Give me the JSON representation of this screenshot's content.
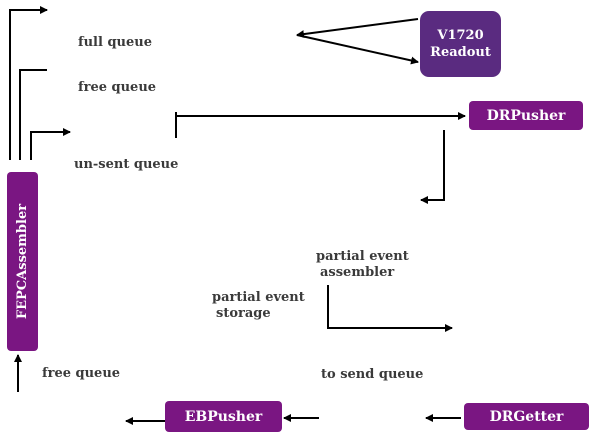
{
  "queues": {
    "full_queue": "full queue",
    "free_queue_top": "free queue",
    "unsent_queue": "un-sent queue",
    "partial_event_assembler_line1": "partial event",
    "partial_event_assembler_line2": "assembler",
    "partial_event_storage_line1": "partial event",
    "partial_event_storage_line2": "storage",
    "free_queue_bottom": "free queue",
    "to_send_queue": "to send queue"
  },
  "components": {
    "v1720_line1": "V1720",
    "v1720_line2": "Readout",
    "drpusher": "DRPusher",
    "fepcassembler": "FEPCAssembler",
    "ebpusher": "EBPusher",
    "drgetter": "DRGetter"
  },
  "colors": {
    "box_purple": "#7a1682",
    "box_dark_purple": "#5a2b80",
    "arrow": "#000000"
  }
}
